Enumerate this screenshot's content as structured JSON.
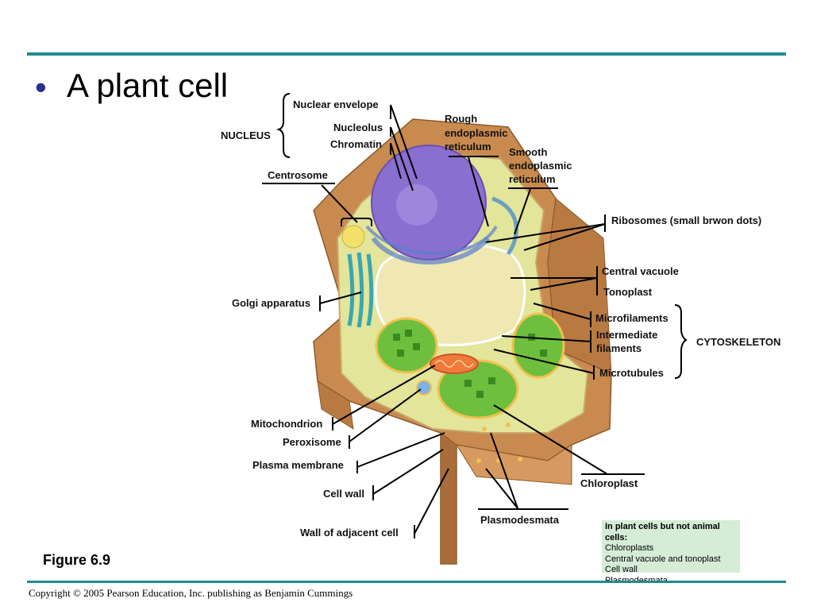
{
  "slide": {
    "bullet": "•",
    "title": "A plant cell",
    "figure": "Figure 6.9",
    "copyright": "Copyright © 2005 Pearson Education, Inc. publishing as Benjamin Cummings"
  },
  "labels": {
    "nuclear_envelope": "Nuclear envelope",
    "nucleolus": "Nucleolus",
    "chromatin": "Chromatin",
    "nucleus": "NUCLEUS",
    "centrosome": "Centrosome",
    "rough_er_1": "Rough",
    "rough_er_2": "endoplasmic",
    "rough_er_3": "reticulum",
    "smooth_er_1": "Smooth",
    "smooth_er_2": "endoplasmic",
    "smooth_er_3": "reticulum",
    "ribosomes": "Ribosomes (small brwon dots)",
    "central_vacuole": "Central vacuole",
    "tonoplast": "Tonoplast",
    "golgi": "Golgi apparatus",
    "microfilaments": "Microfilaments",
    "intermediate_1": "Intermediate",
    "intermediate_2": "filaments",
    "cytoskeleton": "CYTOSKELETON",
    "microtubules": "Microtubules",
    "mitochondrion": "Mitochondrion",
    "peroxisome": "Peroxisome",
    "plasma_membrane": "Plasma membrane",
    "cell_wall": "Cell wall",
    "wall_adjacent": "Wall of adjacent cell",
    "chloroplast": "Chloroplast",
    "plasmodesmata": "Plasmodesmata"
  },
  "note": {
    "title": "In plant cells but not animal cells:",
    "items": [
      "Chloroplasts",
      "Central vacuole and tonoplast",
      "Cell wall",
      "Plasmodesmata"
    ]
  },
  "colors": {
    "accent_rule": "#1e8c91",
    "bullet": "#2b2f8f",
    "cell_wall": "#c98a4f",
    "cytoplasm": "#e2e59a",
    "nucleus": "#8a6fd0",
    "vacuole": "#efe8b3",
    "chloroplast": "#6fbf3f",
    "note_bg": "#d5ecd7"
  }
}
